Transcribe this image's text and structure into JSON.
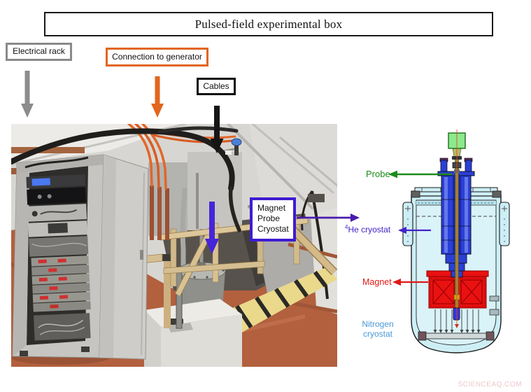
{
  "figure": {
    "title": "Pulsed-field experimental box",
    "watermark": "SCIENCEAQ.COM"
  },
  "callouts": {
    "electrical_rack": {
      "label": "Electrical rack",
      "border_color": "#8a8a8a",
      "arrow_color": "#8c8c8c"
    },
    "connection_to_generator": {
      "label": "Connection to generator",
      "border_color": "#e2661f",
      "arrow_color": "#e2661f"
    },
    "cables": {
      "label": "Cables",
      "border_color": "#0d0d0d",
      "arrow_color": "#151515"
    },
    "magnet_probe_cryostat": {
      "lines": [
        "Magnet",
        "Probe",
        "Cryostat"
      ],
      "border_color": "#3e1bd1",
      "down_arrow_color": "#4526d8",
      "link_arrow_color": "#4a1aae"
    }
  },
  "schematic_labels": {
    "probe": {
      "text": "Probe",
      "color": "#1c8c1c"
    },
    "he4_cryostat": {
      "sup": "4",
      "text": "He cryostat",
      "color": "#4423c8"
    },
    "magnet": {
      "text": "Magnet",
      "color": "#e01818"
    },
    "nitrogen_cryostat": {
      "lines": [
        "Nitrogen",
        "cryostat"
      ],
      "color": "#4999d6"
    }
  }
}
